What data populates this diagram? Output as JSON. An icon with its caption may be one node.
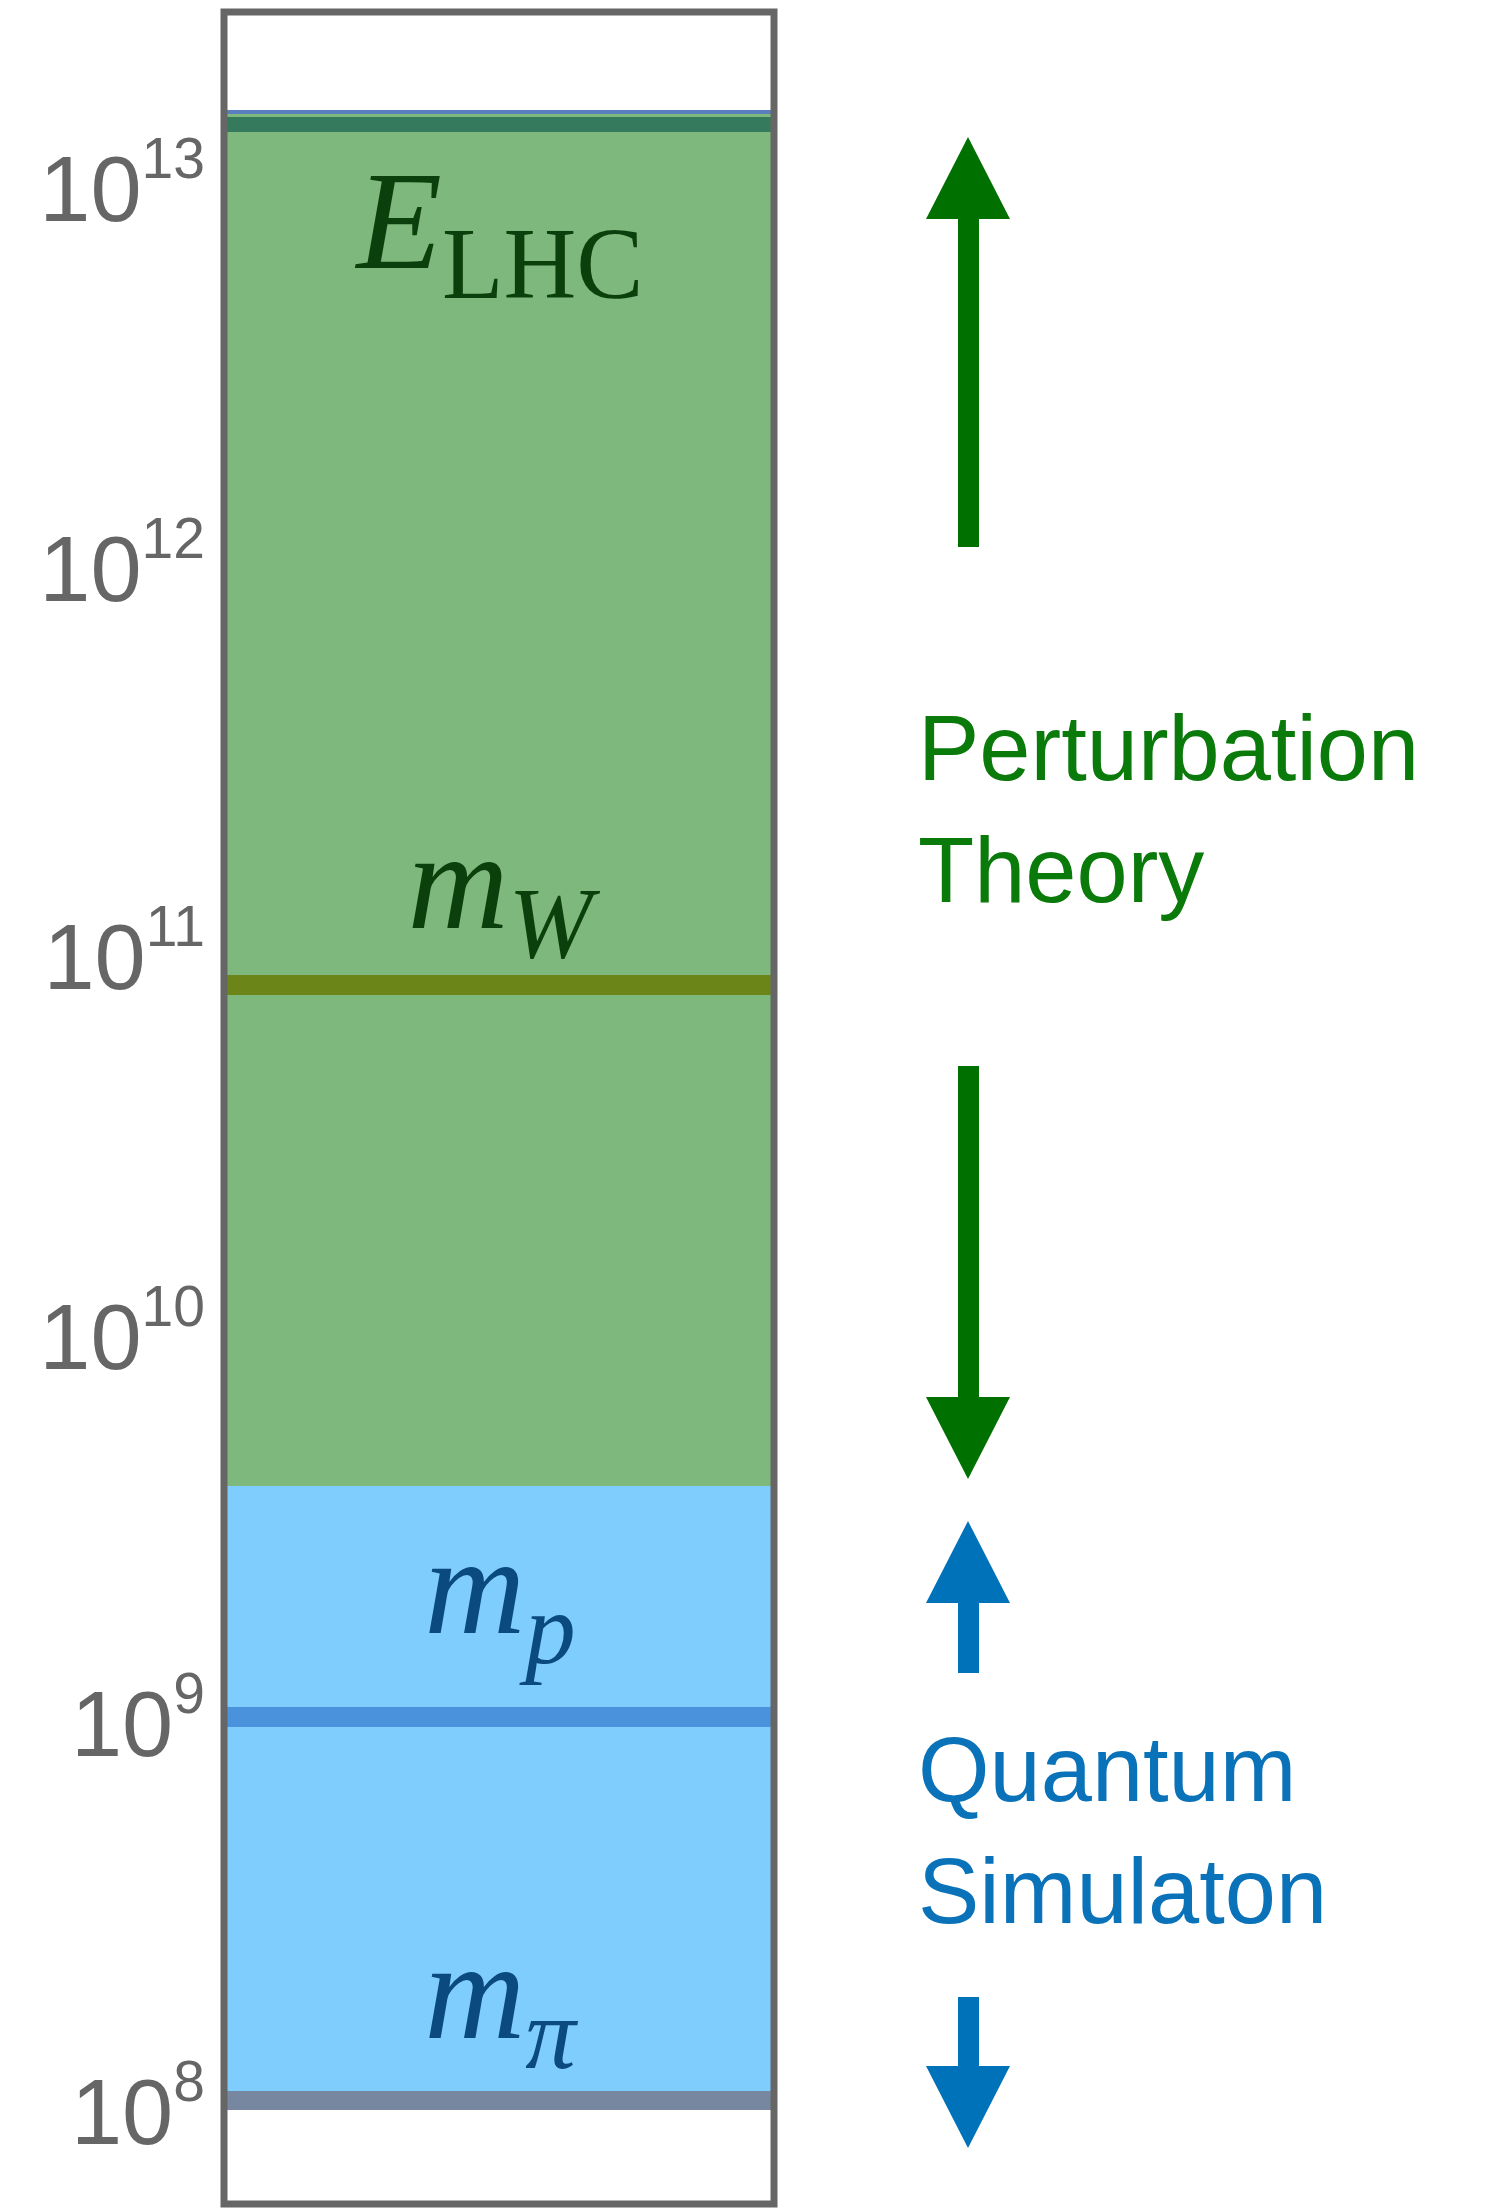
{
  "diagram": {
    "labels": [
      "10$^{13}$",
      "10$^{12}$",
      "10$^{11}$",
      "10$^{10}$",
      "10$^{9}$",
      "10$^{8}$",
      "*E*$_{LHC}$",
      "*m*$_{W}$",
      "*m*$_{p}$",
      "*m*$_{π}$",
      "Perturbation Theory",
      "Quantum Simulaton"
    ]
  }
}
